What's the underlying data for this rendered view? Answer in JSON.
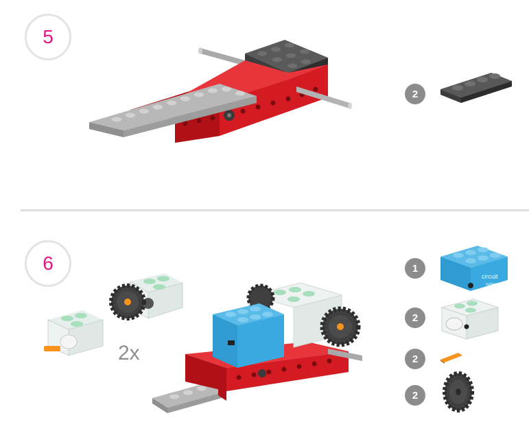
{
  "steps": [
    {
      "number": "5",
      "parts": [
        {
          "qty": "2",
          "part": "dark-gray-plate-1x4"
        }
      ]
    },
    {
      "number": "6",
      "multiplier": "2x",
      "parts": [
        {
          "qty": "1",
          "part": "circuit-cube",
          "label_top": "circuit",
          "label_bottom": "cubes"
        },
        {
          "qty": "2",
          "part": "clear-motor-brick"
        },
        {
          "qty": "2",
          "part": "orange-axle-connector"
        },
        {
          "qty": "2",
          "part": "dark-gray-gear"
        }
      ]
    }
  ],
  "colors": {
    "accent": "#e0177e",
    "red": "#d41a22",
    "light_gray": "#b3b3b3",
    "dark_gray": "#4b4b4b",
    "blue": "#39a9df",
    "orange": "#f7941d"
  }
}
